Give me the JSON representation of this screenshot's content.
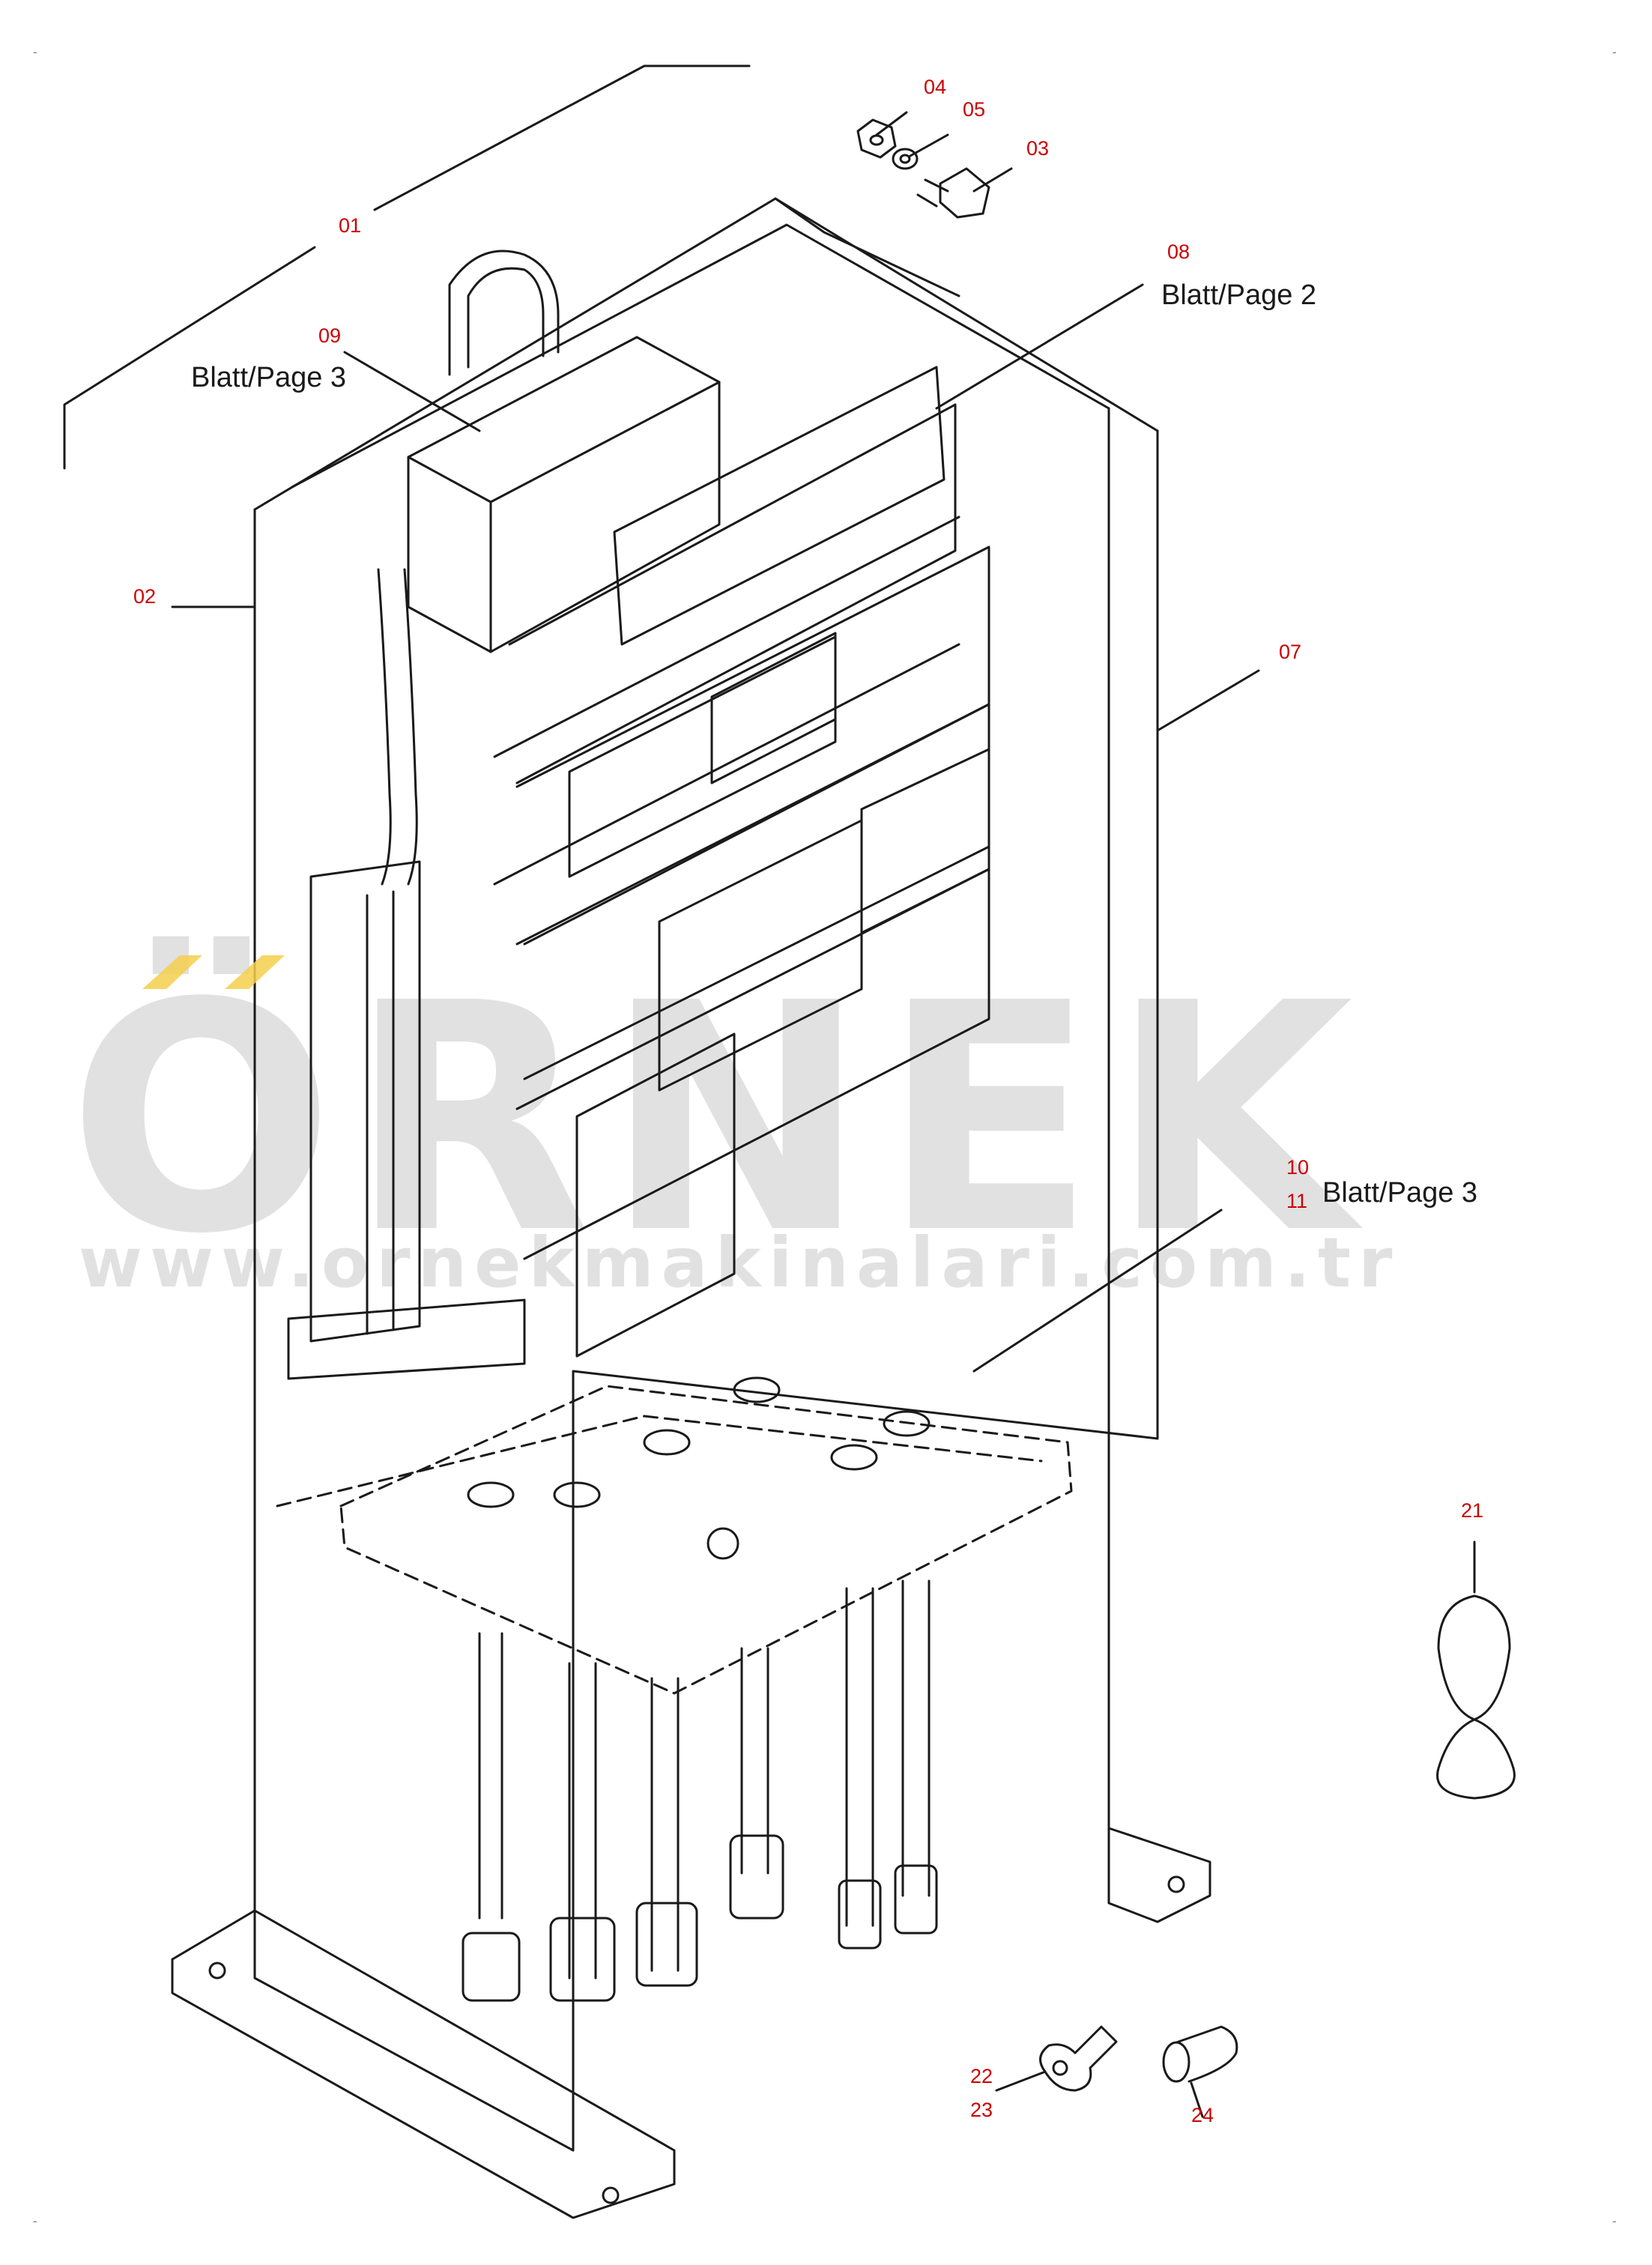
{
  "colors": {
    "line": "#1a1a1a",
    "callout_number": "#cc0000",
    "page_reference": "#1a1a1a",
    "watermark_text": "#c9c9cc",
    "watermark_accent": "#f5cf4c"
  },
  "callouts": [
    {
      "id": "01",
      "label": "01"
    },
    {
      "id": "02",
      "label": "02"
    },
    {
      "id": "03",
      "label": "03"
    },
    {
      "id": "04",
      "label": "04"
    },
    {
      "id": "05",
      "label": "05"
    },
    {
      "id": "07",
      "label": "07"
    },
    {
      "id": "08",
      "label": "08"
    },
    {
      "id": "09",
      "label": "09"
    },
    {
      "id": "10",
      "label": "10"
    },
    {
      "id": "11",
      "label": "11"
    },
    {
      "id": "21",
      "label": "21"
    },
    {
      "id": "22",
      "label": "22"
    },
    {
      "id": "23",
      "label": "23"
    },
    {
      "id": "24",
      "label": "24"
    }
  ],
  "page_references": [
    {
      "for": "08",
      "text": "Blatt/Page 2"
    },
    {
      "for": "09",
      "text": "Blatt/Page 3"
    },
    {
      "for": "10-11",
      "text": "Blatt/Page 3"
    }
  ],
  "watermark": {
    "word": "ÖRNEK",
    "url": "www.ornekmakinalari.com.tr"
  }
}
